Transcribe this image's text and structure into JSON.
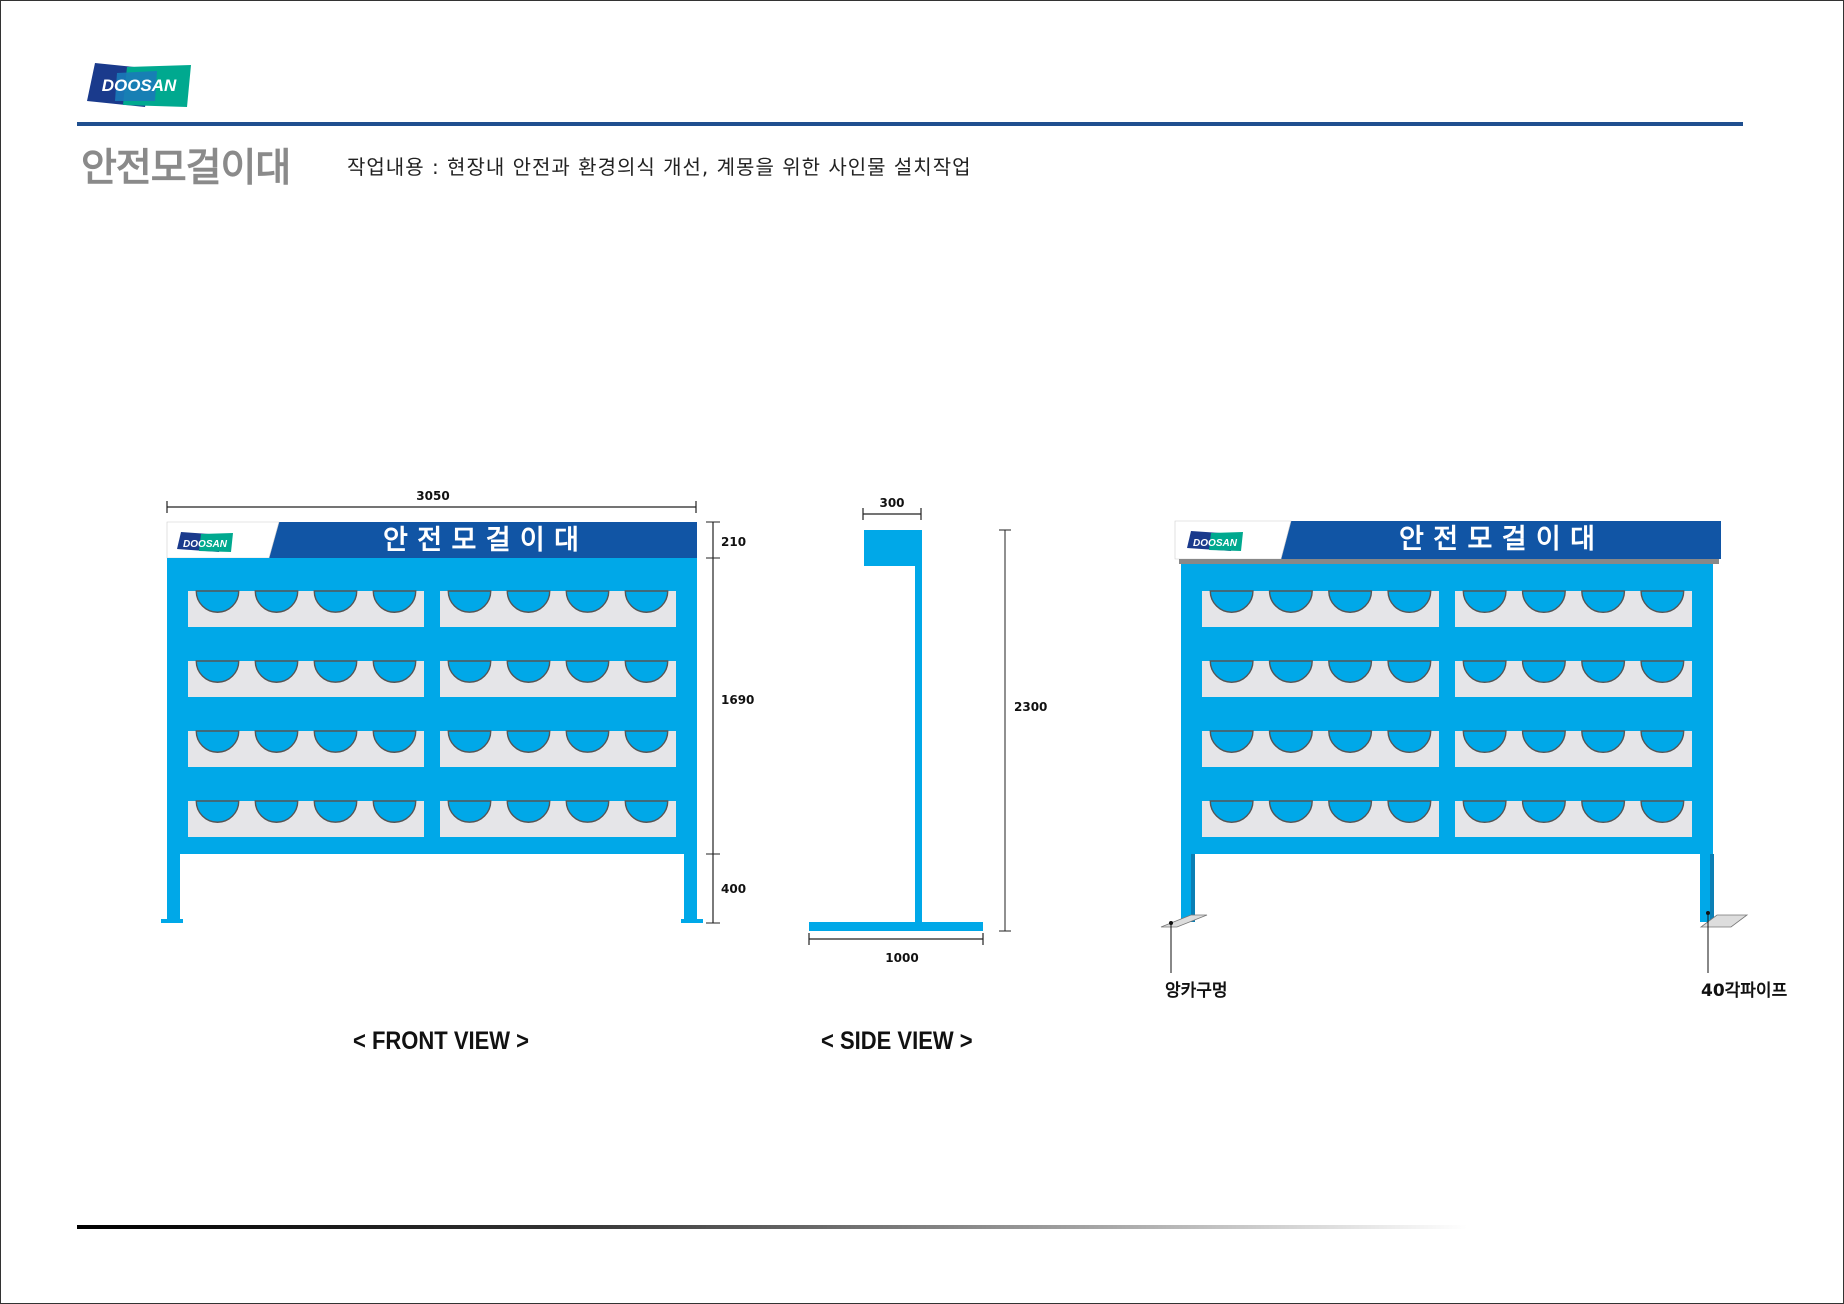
{
  "header": {
    "logo_text": "DOOSAN",
    "title": "안전모걸이대",
    "work_description": "작업내용 : 현장내 안전과 환경의식 개선, 계몽을 위한 사인물 설치작업"
  },
  "sign": {
    "logo_text": "DOOSAN",
    "title": "안 전 모 걸 이 대"
  },
  "dimensions": {
    "front_width": "3050",
    "front_header_height": "210",
    "front_body_height": "1690",
    "front_leg_height": "400",
    "side_top_width": "300",
    "side_total_height": "2300",
    "side_base_width": "1000"
  },
  "views": {
    "front": "< FRONT VIEW >",
    "side": "< SIDE VIEW >"
  },
  "callouts": {
    "anchor_hole": "앙카구멍",
    "pipe": "40각파이프"
  },
  "colors": {
    "frame_blue": "#00a8e8",
    "header_navy": "#1155a5",
    "panel_gray": "#e5e5e8",
    "logo_blue": "#1a3a8c",
    "logo_green": "#00a98f",
    "rule_navy": "#1f4f8f"
  }
}
